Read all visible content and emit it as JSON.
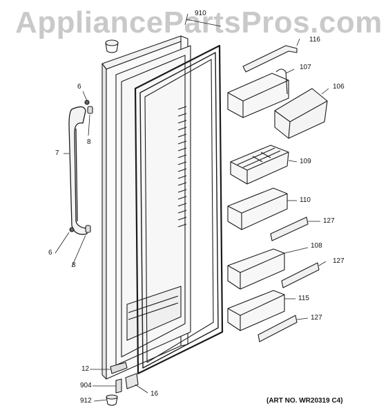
{
  "watermark": "AppliancePartsPros.com",
  "art_number": "(ART NO. WR20319 C4)",
  "callouts": {
    "c6_top": "6",
    "c8_top": "8",
    "c7": "7",
    "c6_bottom": "6",
    "c8_bottom": "8",
    "c910": "910",
    "c116": "116",
    "c107": "107",
    "c106": "106",
    "c109": "109",
    "c110": "110",
    "c127_a": "127",
    "c108": "108",
    "c127_b": "127",
    "c115": "115",
    "c127_c": "127",
    "c12": "12",
    "c904": "904",
    "c16": "16",
    "c912": "912"
  }
}
